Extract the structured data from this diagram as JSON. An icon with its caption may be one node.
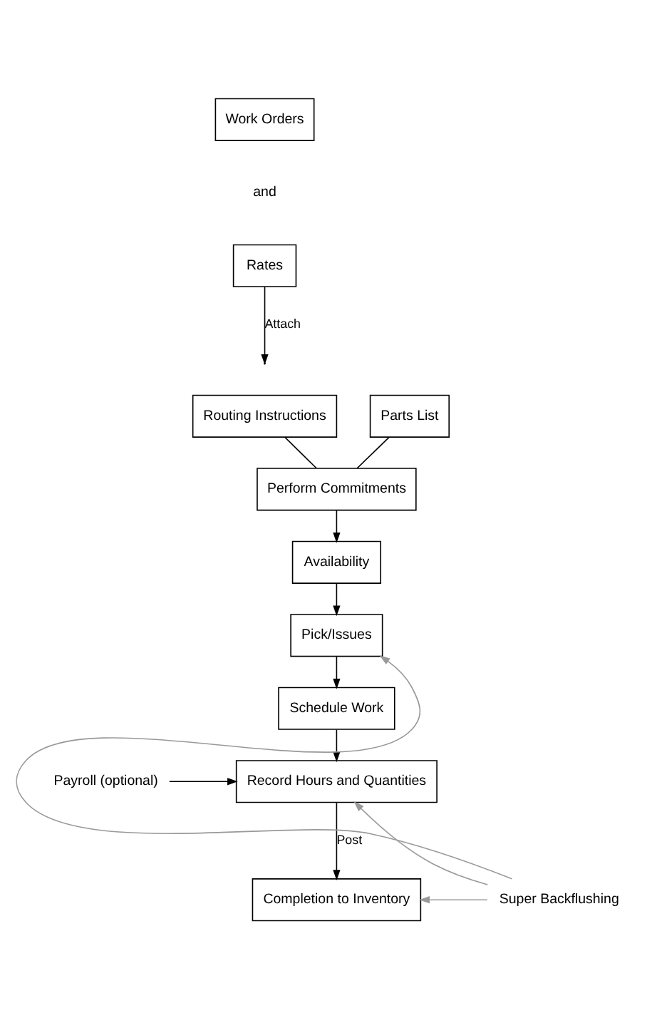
{
  "diagram": {
    "nodes": [
      {
        "text": [
          "Work Orders"
        ]
      },
      {
        "text": [
          "Rates"
        ]
      },
      {
        "text": [
          "Routing Instructions"
        ]
      },
      {
        "text": [
          "Parts List"
        ]
      },
      {
        "text": [
          "Perform Commitments"
        ]
      },
      {
        "text": [
          "Availability"
        ]
      },
      {
        "text": [
          "Pick/Issues"
        ]
      },
      {
        "text": [
          "Schedule Work"
        ]
      },
      {
        "text": [
          "Record Hours and Quantities"
        ]
      },
      {
        "text": [
          "Payroll (optional)"
        ]
      },
      {
        "text": [
          "Completion to Inventory"
        ]
      },
      {
        "text": [
          "Super Backflushing"
        ]
      }
    ],
    "edges": [
      {
        "from": 1,
        "to": null,
        "arrow": "to",
        "label": "Attach"
      },
      {
        "from": 2,
        "to": 4,
        "arrow": "none"
      },
      {
        "from": 3,
        "to": 4,
        "arrow": "none"
      },
      {
        "from": 4,
        "to": 5,
        "arrow": "to"
      },
      {
        "from": 5,
        "to": 6,
        "arrow": "to"
      },
      {
        "from": 6,
        "to": 7,
        "arrow": "to"
      },
      {
        "from": 7,
        "to": 8,
        "arrow": "to"
      },
      {
        "from": 9,
        "to": 8,
        "arrow": "to"
      },
      {
        "from": 8,
        "to": 10,
        "arrow": "to",
        "label": "Post"
      },
      {
        "from": 11,
        "to": 6,
        "arrow": "to",
        "color": "#999999"
      },
      {
        "from": 11,
        "to": 8,
        "arrow": "to",
        "color": "#999999"
      },
      {
        "from": 11,
        "to": 10,
        "arrow": "to",
        "color": "#999999"
      }
    ],
    "labels": [
      "and"
    ]
  }
}
